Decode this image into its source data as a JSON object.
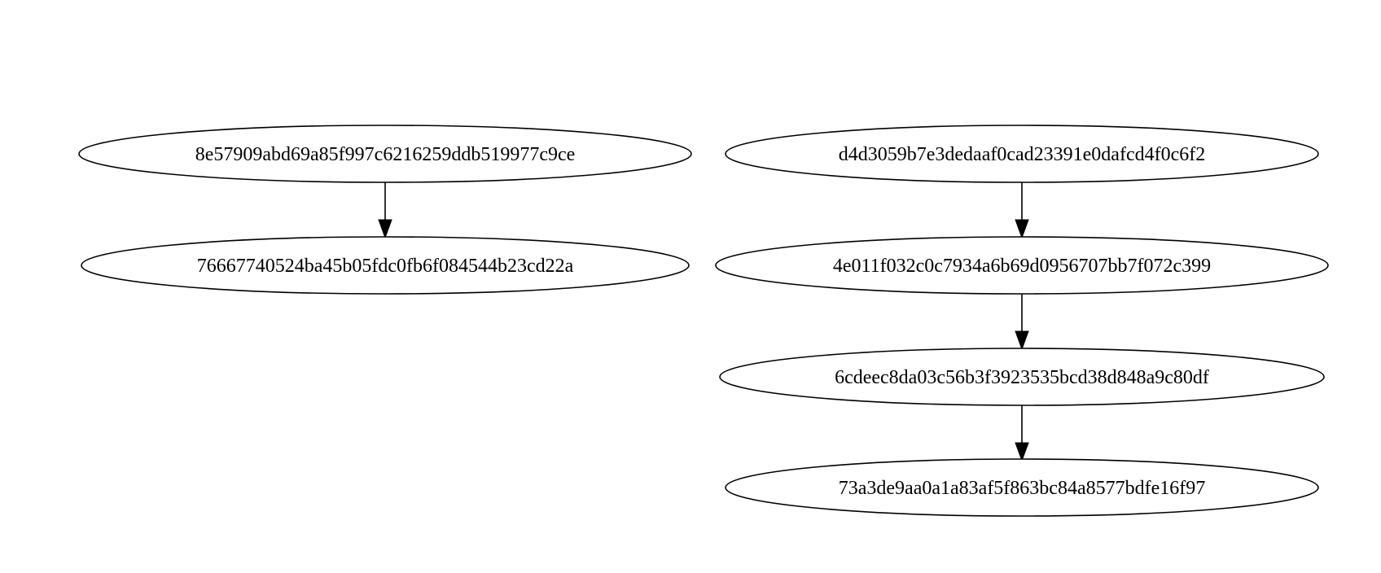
{
  "graph": {
    "nodes": [
      {
        "id": "n1",
        "label": "8e57909abd69a85f997c6216259ddb519977c9ce"
      },
      {
        "id": "n2",
        "label": "76667740524ba45b05fdc0fb6f084544b23cd22a"
      },
      {
        "id": "n3",
        "label": "d4d3059b7e3dedaaf0cad23391e0dafcd4f0c6f2"
      },
      {
        "id": "n4",
        "label": "4e011f032c0c7934a6b69d0956707bb7f072c399"
      },
      {
        "id": "n5",
        "label": "6cdeec8da03c56b3f3923535bcd38d848a9c80df"
      },
      {
        "id": "n6",
        "label": "73a3de9aa0a1a83af5f863bc84a8577bdfe16f97"
      }
    ],
    "edges": [
      {
        "from": "n1",
        "to": "n2"
      },
      {
        "from": "n3",
        "to": "n4"
      },
      {
        "from": "n4",
        "to": "n5"
      },
      {
        "from": "n5",
        "to": "n6"
      }
    ]
  }
}
